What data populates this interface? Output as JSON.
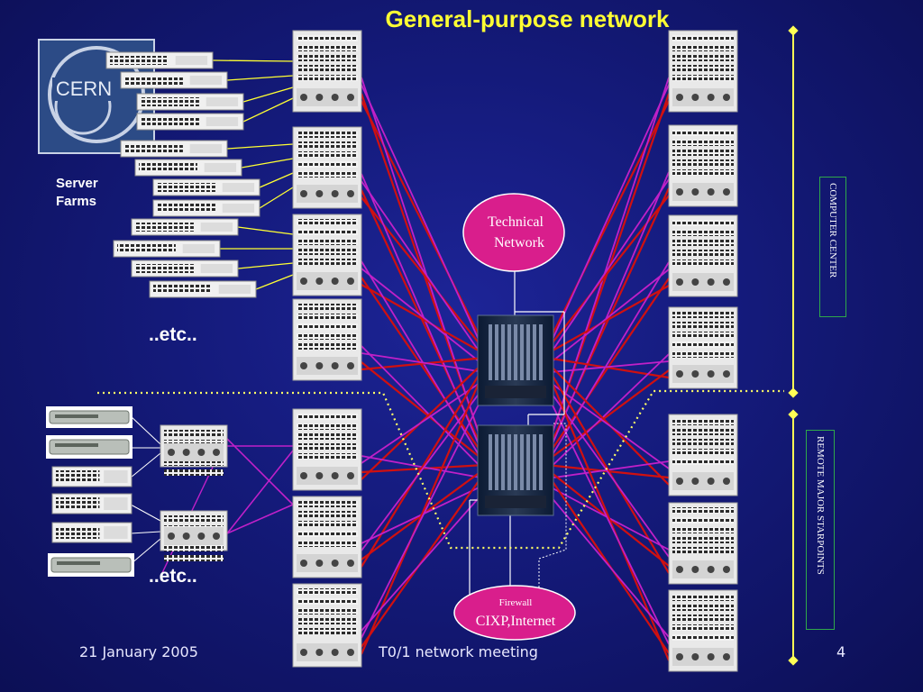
{
  "slide": {
    "title": "General-purpose network",
    "logo_text": "CERN",
    "server_farms_line1": "Server",
    "server_farms_line2": "Farms",
    "etc_top": "..etc..",
    "etc_bottom": "..etc..",
    "technical_line1": "Technical",
    "technical_line2": "Network",
    "firewall": "Firewall",
    "cixp": "CIXP,Internet",
    "computer_center": "COMPUTER CENTER",
    "remote_starpoints": "REMOTE MAJOR STARPOINTS"
  },
  "footer": {
    "date": "21 January 2005",
    "center": "T0/1 network meeting",
    "page": "4"
  },
  "colors": {
    "background": "#141a7a",
    "title": "#ffff33",
    "red_link": "#d01010",
    "magenta_link": "#c020c8",
    "yellow_link": "#ffff33",
    "ellipse": "#d91e8c",
    "box_border": "#2fa84a"
  }
}
